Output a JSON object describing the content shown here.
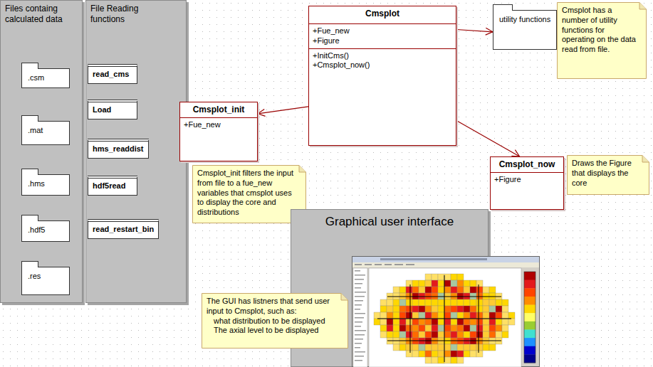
{
  "diagram": {
    "nodes": [
      {
        "text": [
          "Files containg calculated data"
        ]
      },
      {
        "text": [
          ".csm"
        ],
        "in": 0
      },
      {
        "text": [
          ".mat"
        ],
        "in": 0
      },
      {
        "text": [
          ".hms"
        ],
        "in": 0
      },
      {
        "text": [
          ".hdf5"
        ],
        "in": 0
      },
      {
        "text": [
          ".res"
        ],
        "in": 0
      },
      {
        "text": [
          "File Reading functions"
        ]
      },
      {
        "text": [
          "read_cms"
        ],
        "in": 6
      },
      {
        "text": [
          "Load"
        ],
        "in": 6
      },
      {
        "text": [
          "hms_readdist"
        ],
        "in": 6
      },
      {
        "text": [
          "hdf5read"
        ],
        "in": 6
      },
      {
        "text": [
          "read_restart_bin"
        ],
        "in": 6
      },
      {
        "text": [
          "Cmsplot",
          "+Fue_new",
          "+Figure",
          "+InitCms()",
          "+Cmsplot_now()"
        ]
      },
      {
        "text": [
          "utility functions"
        ]
      },
      {
        "text": [
          "Cmsplot has a number of utility functions for operating on the data read from file."
        ]
      },
      {
        "text": [
          "Cmsplot_init",
          "+Fue_new"
        ]
      },
      {
        "text": [
          "Cmsplot_init filters the input from file to a fue_new variables that cmsplot uses to display the core and distributions"
        ]
      },
      {
        "text": [
          "Cmsplot_now",
          "+Figure"
        ]
      },
      {
        "text": [
          "Draws the Figure that displays the core"
        ]
      },
      {
        "text": [
          "Graphical user interface"
        ]
      },
      {
        "text": [
          "The GUI has listners that send user input to Cmsplot, such as:",
          "what distribution to be displayed",
          "The axial level to be displayed"
        ]
      }
    ],
    "edges": [
      {
        "from": 12,
        "to": 15,
        "arrow": "to"
      },
      {
        "from": 12,
        "to": 13,
        "arrow": "to"
      },
      {
        "from": 12,
        "to": 17,
        "arrow": "to"
      }
    ]
  }
}
